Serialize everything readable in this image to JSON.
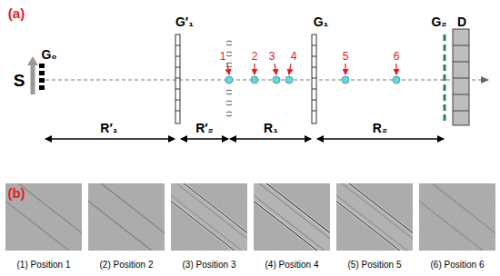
{
  "diagram": {
    "labels": [
      "(a)",
      "S",
      "G₀",
      "G′₁",
      "G₁",
      "G₂",
      "D",
      "1",
      "2",
      "3",
      "4",
      "5",
      "6",
      "R′₁",
      "R′₂",
      "R₁",
      "R₂",
      "(b)",
      "(1) Position 1",
      "(2) Position 2",
      "(3) Position 3",
      "(4) Position 4",
      "(5) Position 5",
      "(6) Position 6"
    ]
  }
}
